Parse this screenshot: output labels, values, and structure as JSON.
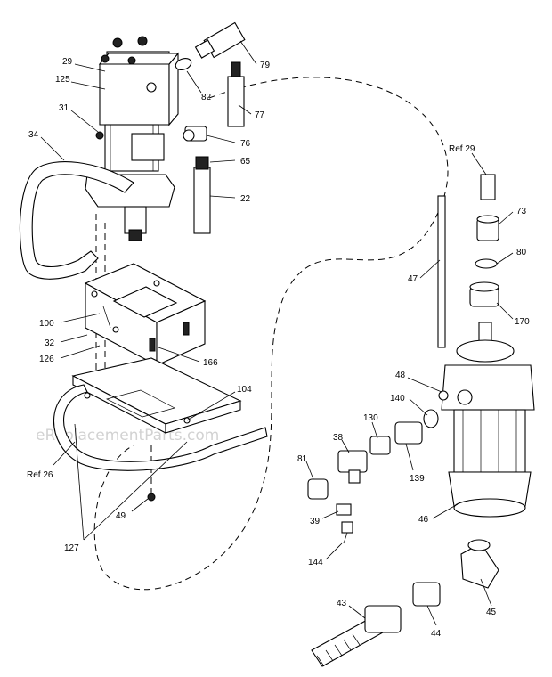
{
  "watermark": "eReplacementParts.com",
  "labels": {
    "l29": "29",
    "l125": "125",
    "l31": "31",
    "l34": "34",
    "l79": "79",
    "l82": "82",
    "l77": "77",
    "l76": "76",
    "l65": "65",
    "l22": "22",
    "lref29": "Ref 29",
    "l73": "73",
    "l80": "80",
    "l47": "47",
    "l170": "170",
    "l100": "100",
    "l32": "32",
    "l126": "126",
    "l166": "166",
    "l104": "104",
    "l48": "48",
    "l140": "140",
    "l130": "130",
    "l38": "38",
    "l139": "139",
    "l81": "81",
    "lref26": "Ref 26",
    "l39": "39",
    "l46": "46",
    "l49": "49",
    "l127": "127",
    "l144": "144",
    "l45": "45",
    "l43": "43",
    "l44": "44"
  }
}
